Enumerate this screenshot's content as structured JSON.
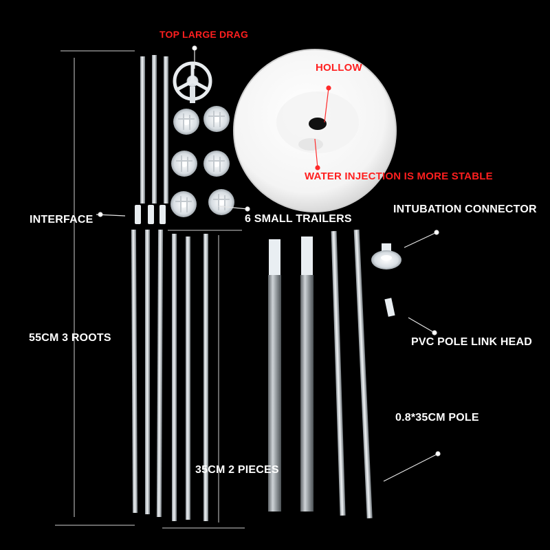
{
  "labels": {
    "top_large_drag": "TOP LARGE DRAG",
    "hollow": "HOLLOW",
    "water_injection": "WATER INJECTION IS MORE STABLE",
    "interface": "INTERFACE",
    "small_trailers": "6 SMALL TRAILERS",
    "intubation_connector": "INTUBATION CONNECTOR",
    "roots_55cm": "55CM 3 ROOTS",
    "pvc_link_head": "PVC POLE LINK HEAD",
    "pole_35cm": "0.8*35CM POLE",
    "pieces_35cm": "35CM 2 PIECES"
  },
  "colors": {
    "background": "#000000",
    "label_white": "#ffffff",
    "label_red": "#ff1f1f",
    "plastic": "#e9eef2",
    "base": "#ffffff"
  }
}
